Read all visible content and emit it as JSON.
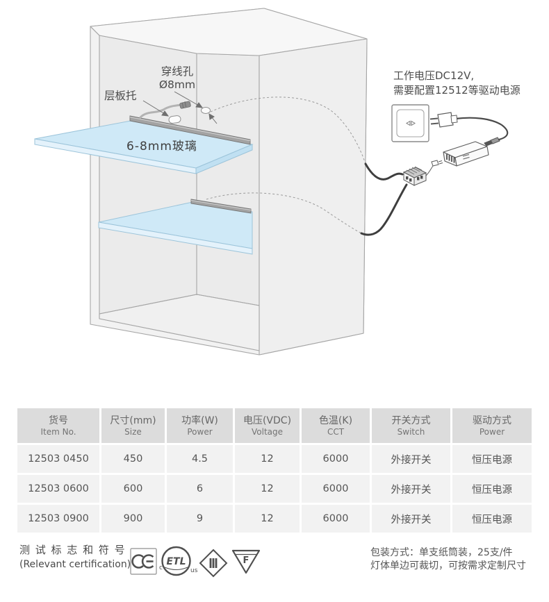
{
  "diagram": {
    "labels": {
      "wire_hole": "穿线孔",
      "wire_hole_size": "Ø8mm",
      "shelf_support": "层板托",
      "glass": "6-8mm玻璃",
      "power_note_line1": "工作电压DC12V,",
      "power_note_line2": "需要配置12512等驱动电源"
    },
    "colors": {
      "glass_fill": "#cfe9f7",
      "led_bar": "#a3a3a3",
      "cabinet_fill": "#f2f2f2",
      "cable": "#3e3e3e"
    }
  },
  "spec_table": {
    "headers": [
      {
        "zh": "货号",
        "en": "Item No."
      },
      {
        "zh": "尺寸(mm)",
        "en": "Size"
      },
      {
        "zh": "功率(W)",
        "en": "Power"
      },
      {
        "zh": "电压(VDC)",
        "en": "Voltage"
      },
      {
        "zh": "色温(K)",
        "en": "CCT"
      },
      {
        "zh": "开关方式",
        "en": "Switch"
      },
      {
        "zh": "驱动方式",
        "en": "Power"
      }
    ],
    "rows": [
      [
        "12503 0450",
        "450",
        "4.5",
        "12",
        "6000",
        "外接开关",
        "恒压电源"
      ],
      [
        "12503 0600",
        "600",
        "6",
        "12",
        "6000",
        "外接开关",
        "恒压电源"
      ],
      [
        "12503 0900",
        "900",
        "9",
        "12",
        "6000",
        "外接开关",
        "恒压电源"
      ]
    ]
  },
  "footer": {
    "certification_label_zh": "测 试 标 志 和 符 号",
    "certification_label_en": "(Relevant certification):",
    "marks": {
      "ce": "CE",
      "etl": "ETL",
      "etl_left": "c",
      "etl_right": "us",
      "diamond": "III",
      "triangle_f": "F"
    },
    "packaging_line1": "包装方式：单支纸筒装，25支/件",
    "packaging_line2": "灯体单边可裁切，可按需求定制尺寸"
  }
}
